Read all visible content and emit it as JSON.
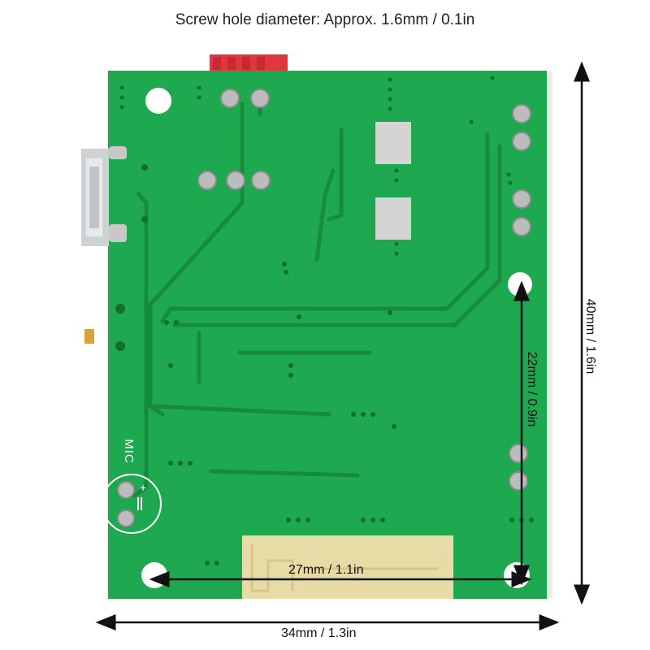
{
  "caption": "Screw hole diameter: Approx. 1.6mm / 0.1in",
  "dimensions": {
    "width_overall": "34mm / 1.3in",
    "height_overall": "40mm / 1.6in",
    "hole_spacing_horizontal": "27mm / 1.1in",
    "hole_spacing_vertical": "22mm / 0.9in"
  },
  "board": {
    "silkscreen_mic": "MIC",
    "silkscreen_plus": "+",
    "colors": {
      "pcb": "#1ea84f",
      "trace": "#168a3d",
      "silk": "#ffffff",
      "pad": "#b8b8b8",
      "connector": "#e0373f",
      "antenna": "#e8dca6"
    }
  }
}
